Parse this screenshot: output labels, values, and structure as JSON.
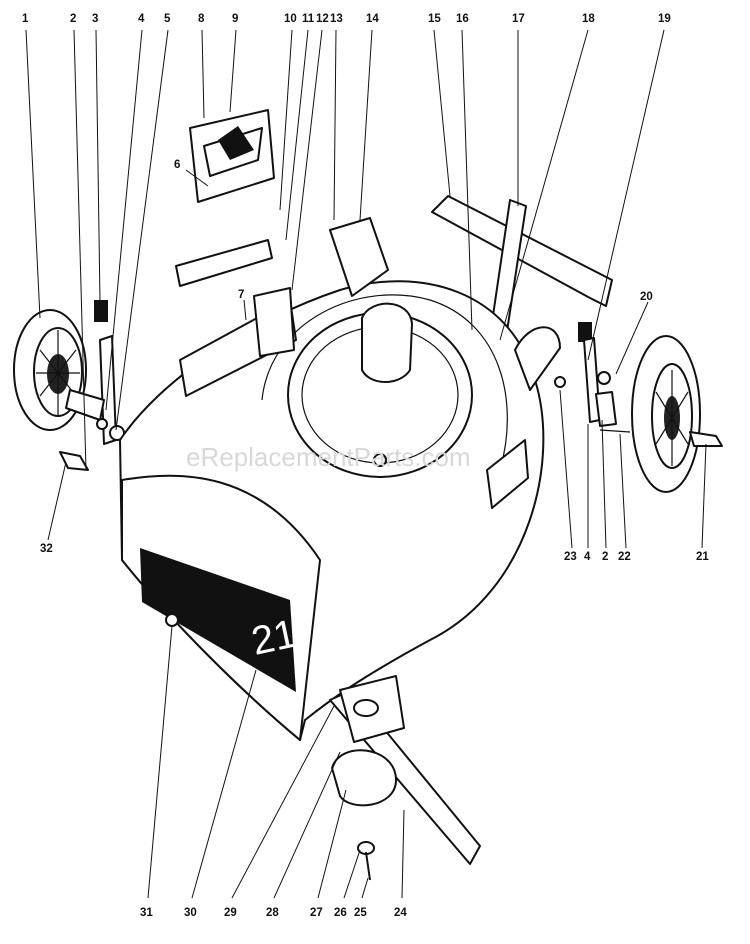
{
  "watermark": "eReplacementParts.com",
  "deck_badge": "21",
  "callouts": [
    "1",
    "2",
    "3",
    "4",
    "5",
    "8",
    "9",
    "10",
    "11",
    "12",
    "13",
    "14",
    "15",
    "16",
    "17",
    "18",
    "19",
    "6",
    "7",
    "20",
    "32",
    "23",
    "4",
    "2",
    "22",
    "21",
    "31",
    "30",
    "29",
    "28",
    "27",
    "26",
    "25",
    "24"
  ]
}
